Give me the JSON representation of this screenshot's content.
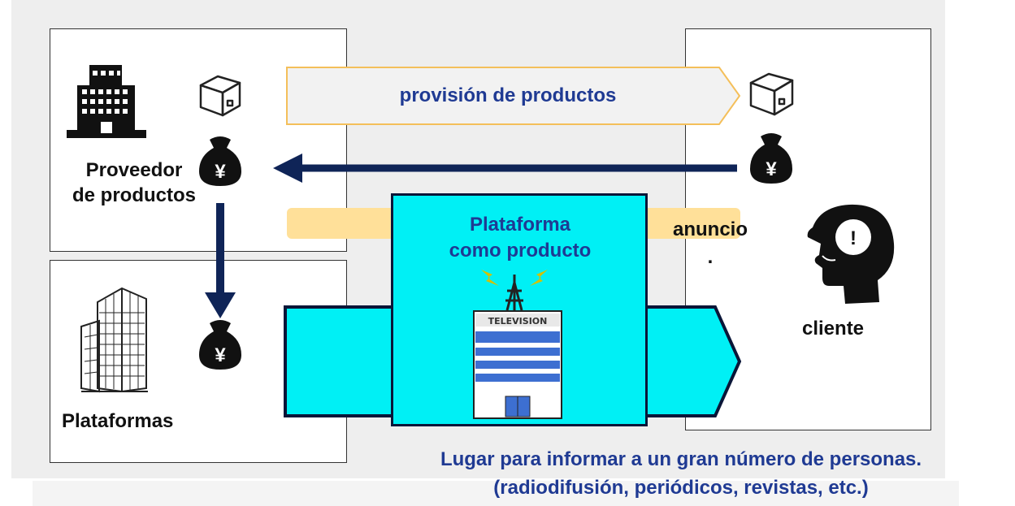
{
  "colors": {
    "background_panel": "#eeeeee",
    "box_border": "#333333",
    "dark_navy": "#0f2457",
    "cyan": "#00f0f5",
    "ad_yellow": "#ffe099",
    "label_blue": "#1f3a93"
  },
  "labels": {
    "supplier": "Proveedor\nde productos",
    "platforms": "Plataformas",
    "customer": "cliente",
    "product_provision": "provisión de productos",
    "platform_as_product": "Plataforma\ncomo producto",
    "advertisement": "anuncio\n.",
    "bottom_line1": "Lugar para informar a un gran número de personas.",
    "bottom_line2": "(radiodifusión, periódicos, revistas, etc.)",
    "tv_sign": "TELEVISION",
    "yen": "¥",
    "exclamation": "!"
  },
  "icons": [
    "office-building-icon",
    "parcel-box-icon",
    "money-bag-icon",
    "glass-tower-icon",
    "tv-station-icon",
    "thinking-head-icon"
  ]
}
